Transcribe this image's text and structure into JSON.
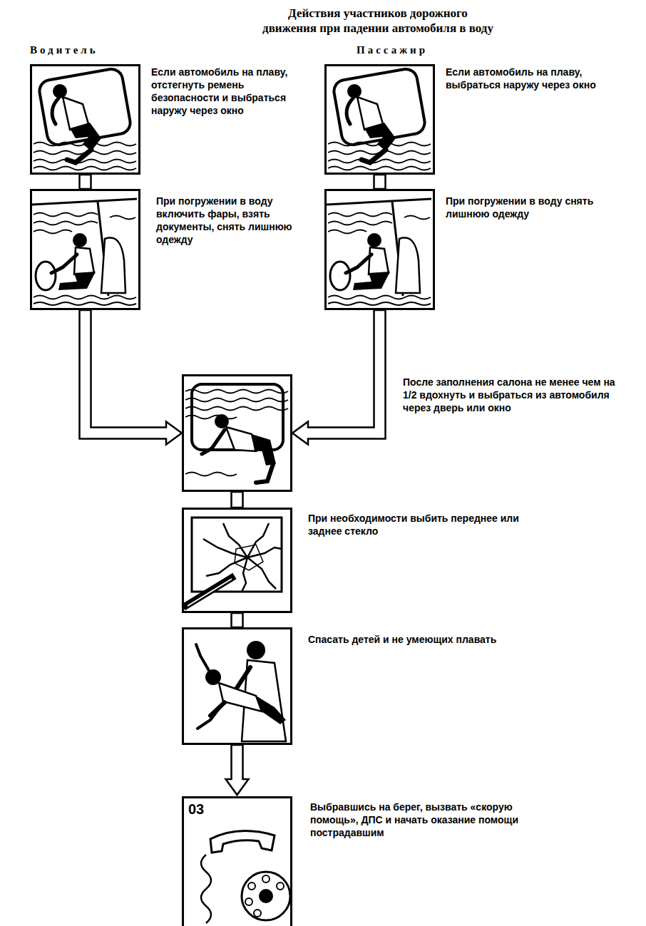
{
  "diagram": {
    "title": "Действия участников дорожного движения при падении автомобиля в воду",
    "nodes": [
      {
        "text": [
          "Если автомобиль на плаву, отстегнуть ремень безопасности и выбраться наружу через окно"
        ]
      },
      {
        "text": [
          "При погружении в воду включить фары, взять документы, снять лишнюю одежду"
        ]
      },
      {
        "text": [
          "Если автомобиль на плаву, выбраться наружу через окно"
        ]
      },
      {
        "text": [
          "При погружении в воду снять лишнюю одежду"
        ]
      },
      {
        "text": [
          "После заполнения салона не менее чем на 1/2 вдохнуть и выбраться из автомобиля через дверь или окно"
        ]
      },
      {
        "text": [
          "При необходимости выбить переднее или заднее стекло"
        ]
      },
      {
        "text": [
          "Спасать детей и не умеющих плавать"
        ]
      },
      {
        "text": [
          "03",
          "Выбравшись на берег, вызвать «скорую помощь», ДПС и начать оказание помощи пострадавшим"
        ]
      }
    ],
    "edges": [
      {
        "from": 0,
        "to": 1,
        "arrow": "none"
      },
      {
        "from": 1,
        "to": 4,
        "arrow": "to"
      },
      {
        "from": 2,
        "to": 3,
        "arrow": "none"
      },
      {
        "from": 3,
        "to": 4,
        "arrow": "to"
      },
      {
        "from": 4,
        "to": 5,
        "arrow": "none"
      },
      {
        "from": 5,
        "to": 6,
        "arrow": "none"
      },
      {
        "from": 6,
        "to": 7,
        "arrow": "to"
      }
    ],
    "labels": [
      "Водитель",
      "Пассажир"
    ]
  }
}
